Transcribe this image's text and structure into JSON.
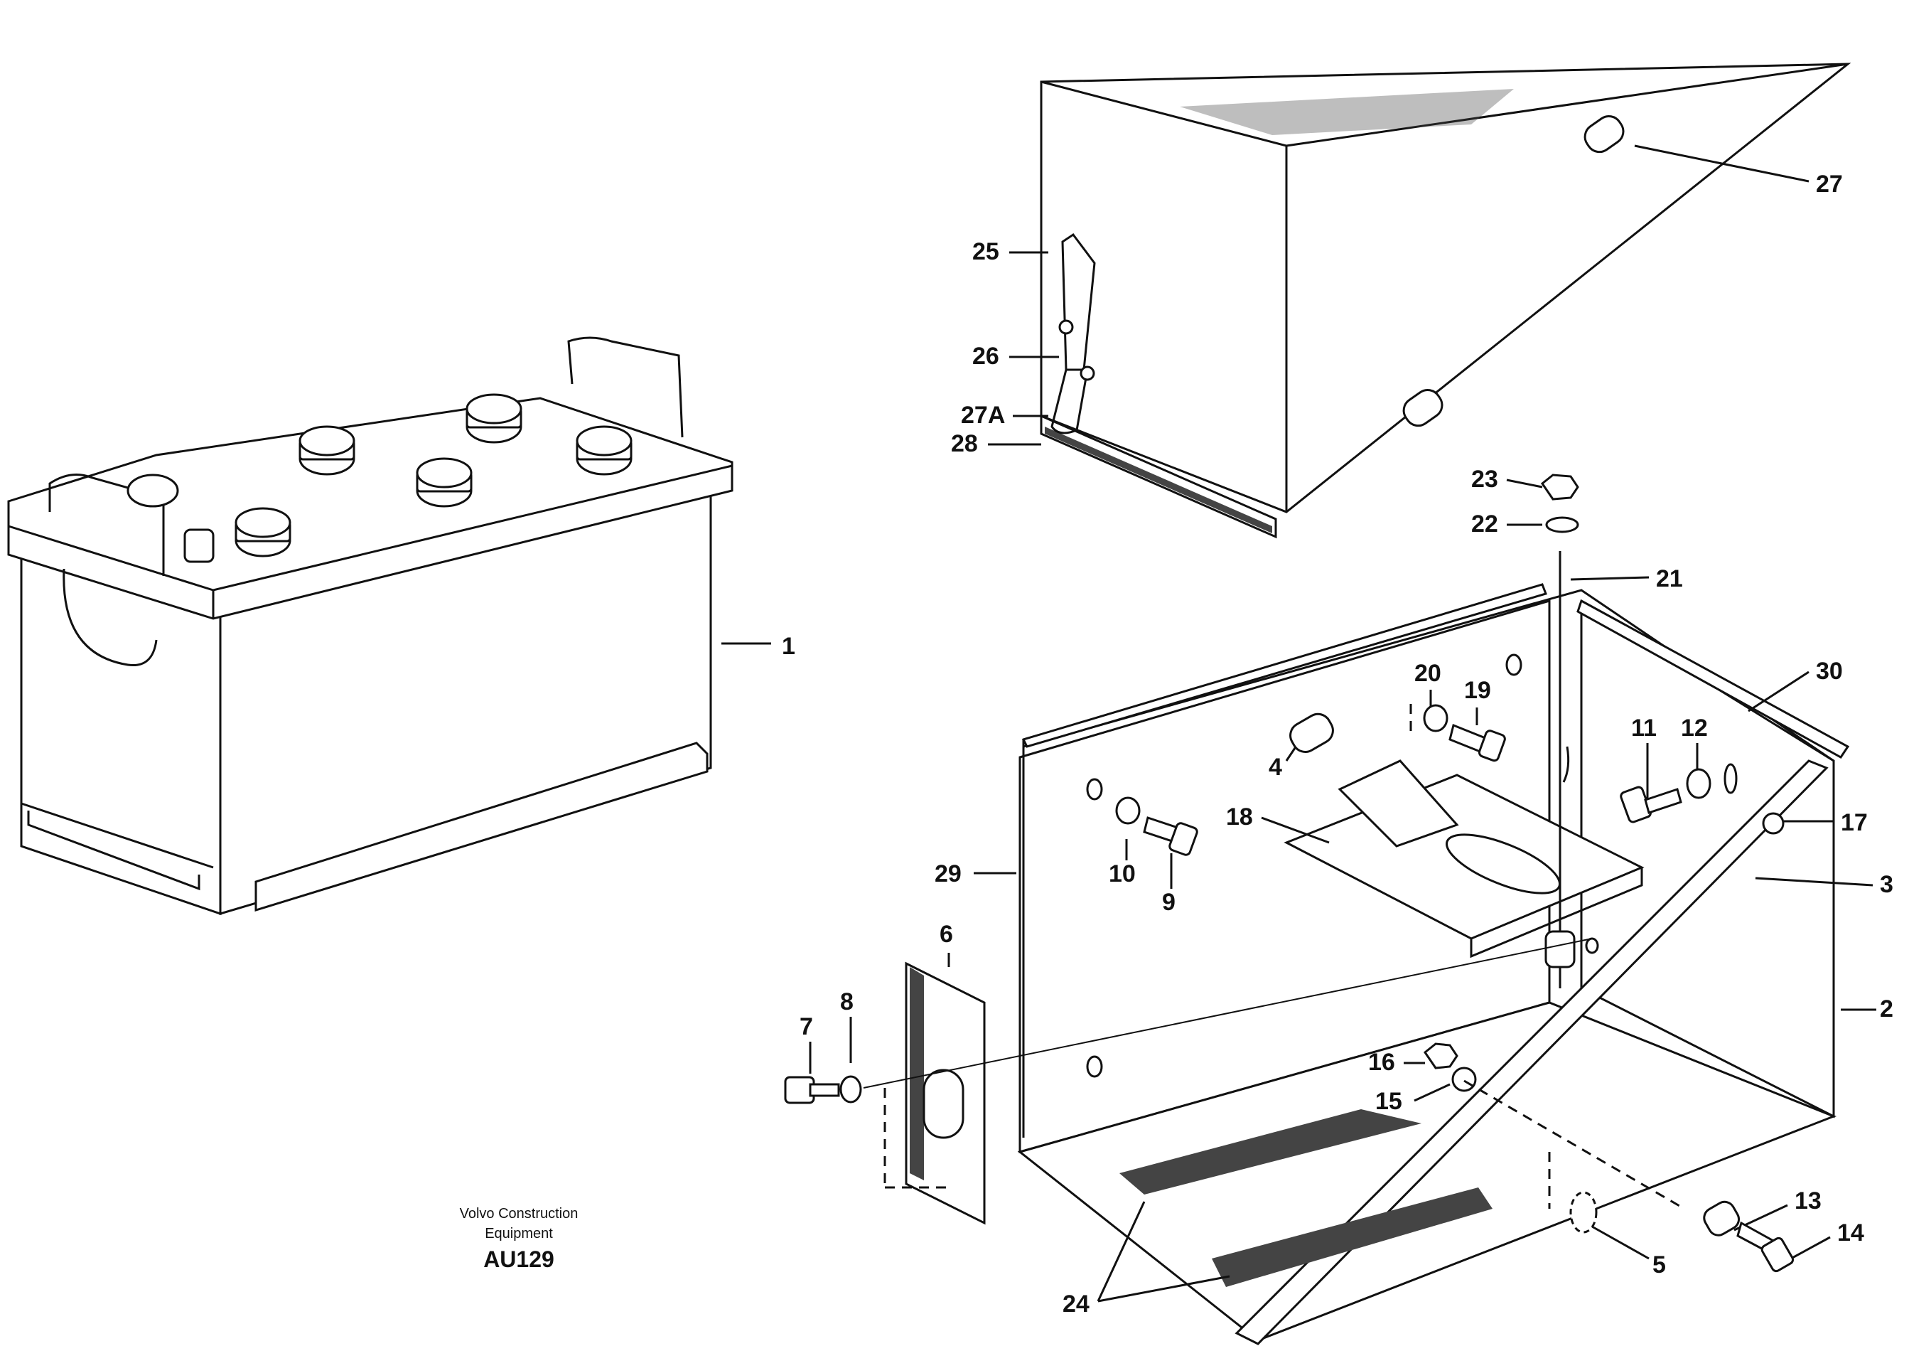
{
  "labels": {
    "p1": "1",
    "p2": "2",
    "p3": "3",
    "p4": "4",
    "p5": "5",
    "p6": "6",
    "p7": "7",
    "p8": "8",
    "p9": "9",
    "p10": "10",
    "p11": "11",
    "p12": "12",
    "p13": "13",
    "p14": "14",
    "p15": "15",
    "p16": "16",
    "p17": "17",
    "p18": "18",
    "p19": "19",
    "p20": "20",
    "p21": "21",
    "p22": "22",
    "p23": "23",
    "p24": "24",
    "p25": "25",
    "p26": "26",
    "p27": "27",
    "p27a": "27A",
    "p28": "28",
    "p29": "29",
    "p30": "30"
  },
  "credit": {
    "line1": "Volvo Construction",
    "line2": "Equipment",
    "code": "AU129"
  }
}
